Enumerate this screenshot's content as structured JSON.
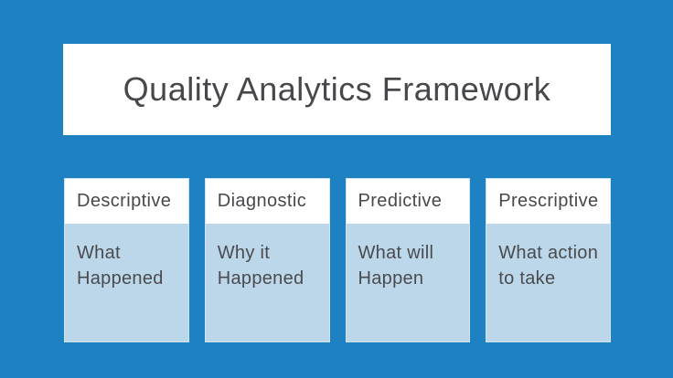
{
  "slide": {
    "title": "Quality Analytics Framework",
    "colors": {
      "background": "#1E81C2",
      "panel": "#FFFFFF",
      "card_body": "#BCD7EA",
      "text": "#47484B"
    },
    "cards": [
      {
        "header": "Descriptive",
        "body": "What Happened"
      },
      {
        "header": "Diagnostic",
        "body": "Why it Happened"
      },
      {
        "header": "Predictive",
        "body": "What will Happen"
      },
      {
        "header": "Prescriptive",
        "body": "What action to take"
      }
    ]
  }
}
